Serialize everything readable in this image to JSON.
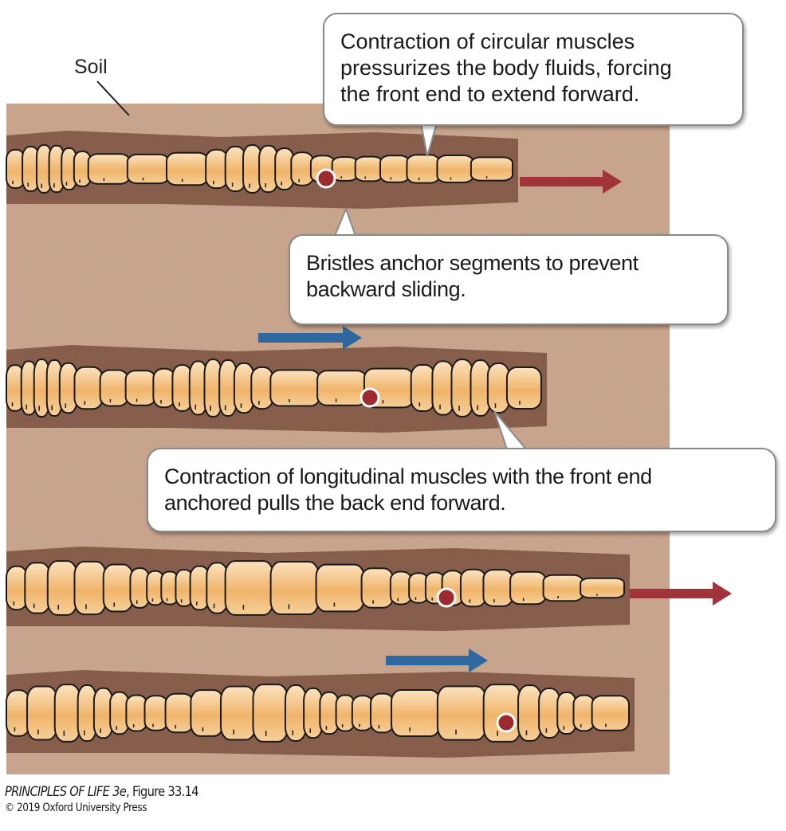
{
  "figure": {
    "soil_label": "Soil",
    "callouts": [
      {
        "lines": [
          "Contraction of circular muscles",
          "pressurizes the body fluids, forcing",
          "the front end to extend forward."
        ]
      },
      {
        "lines": [
          "Bristles anchor segments to prevent",
          "backward sliding."
        ]
      },
      {
        "lines": [
          "Contraction of longitudinal muscles with the front end",
          "anchored pulls the back end forward."
        ]
      }
    ],
    "caption": {
      "book_title": "PRINCIPLES OF LIFE 3e",
      "figure_ref": ", Figure 33.14",
      "copyright": "© 2019 Oxford University Press"
    },
    "colors": {
      "soil": "#c49a7d",
      "burrow": "#7a5140",
      "worm_body": "#f3c48a",
      "worm_outline": "#1a1a1a",
      "front_arrow": "#a0343a",
      "back_arrow": "#2f68a0",
      "marker": "#9c2a2f",
      "callout_border": "#8a8a8a"
    },
    "stages": [
      {
        "name": "front-extends",
        "arrow": "front",
        "marker_segment": "middle"
      },
      {
        "name": "back-pulled",
        "arrow": "back",
        "marker_segment": "middle"
      },
      {
        "name": "front-extends-again",
        "arrow": "front",
        "marker_segment": "middle"
      },
      {
        "name": "back-pulled-again",
        "arrow": "back",
        "marker_segment": "middle"
      }
    ]
  }
}
